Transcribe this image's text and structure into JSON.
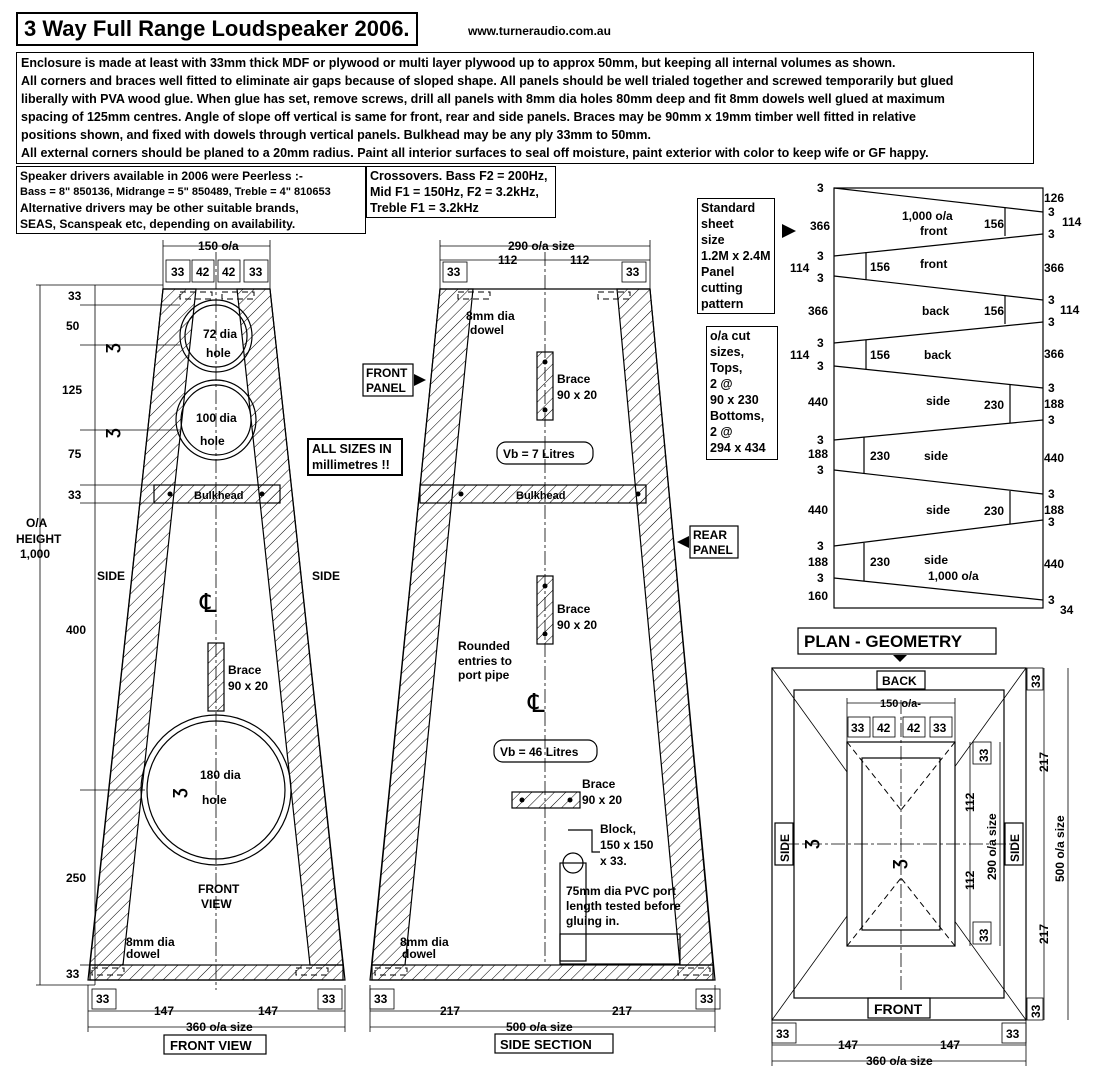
{
  "title": "3 Way Full Range Loudspeaker 2006.",
  "url": "www.turneraudio.com.au",
  "notes": [
    "Enclosure is made at least with 33mm thick MDF or plywood or multi layer plywood up to approx 50mm,  but  keeping all internal volumes as shown.",
    "All corners and braces well fitted to eliminate air gaps because of sloped shape. All panels should be well trialed  together and screwed temporarily but glued",
    "liberally with PVA wood glue. When glue has set, remove screws, drill all panels with 8mm dia holes 80mm deep and fit 8mm dowels  well  glued at maximum",
    "spacing of 125mm centres.  Angle of slope off vertical is same for front, rear and side panels.  Braces may be 90mm x 19mm timber well fitted in relative",
    "positions shown, and fixed with dowels through vertical  panels. Bulkhead may be any ply 33mm to 50mm.",
    "All external corners should be planed to a  20mm  radius. Paint all interior surfaces to seal off moisture, paint exterior with color  to keep wife or GF happy."
  ],
  "drivers_box": [
    "Speaker drivers available in 2006 were Peerless :-",
    "Bass = 8\" 850136, Midrange = 5\" 850489, Treble = 4\" 810653",
    "Alternative drivers may be other suitable brands,",
    "SEAS, Scanspeak etc, depending on availability."
  ],
  "crossover_box": [
    "Crossovers. Bass F2 = 200Hz,",
    "Mid F1 = 150Hz, F2 = 3.2kHz,",
    "Treble F1 = 3.2kHz"
  ],
  "sheet_box": [
    "Standard",
    "sheet",
    "size",
    "1.2M x 2.4M",
    "Panel",
    "cutting",
    "pattern"
  ],
  "cut_box": [
    "o/a cut",
    "sizes,",
    "Tops,",
    "2 @",
    " 90 x 230",
    "Bottoms,",
    "2 @",
    "294 x 434"
  ],
  "all_sizes": [
    "ALL SIZES IN",
    "millimetres !!"
  ],
  "front_view": {
    "caption": "FRONT VIEW",
    "top_dim": "150 o/a",
    "top_parts": [
      "33",
      "42",
      "42",
      "33"
    ],
    "left_dims": [
      "33",
      "50",
      "125",
      "75",
      "33",
      "400",
      "250",
      "33"
    ],
    "height_label": [
      "O/A",
      "HEIGHT",
      "1,000"
    ],
    "hole1": [
      "72 dia",
      "hole"
    ],
    "hole2": [
      "100 dia",
      "hole"
    ],
    "hole3": [
      "180 dia",
      "hole"
    ],
    "bulkhead": "Bulkhead",
    "side": "SIDE",
    "brace": [
      "Brace",
      "90 x 20"
    ],
    "view_label": [
      "FRONT",
      "VIEW"
    ],
    "dowel": [
      "8mm dia",
      "dowel"
    ],
    "bottom_parts": [
      "33",
      "147",
      "147",
      "33"
    ],
    "bottom_dim": "360 o/a size",
    "driver_symbol": "Ʒ"
  },
  "side_section": {
    "caption": "SIDE SECTION",
    "top_dim": "290 o/a size",
    "top_parts": [
      "33",
      "112",
      "112",
      "33"
    ],
    "dowel_top": [
      "8mm dia",
      "dowel"
    ],
    "front_panel": [
      "FRONT",
      "PANEL"
    ],
    "rear_panel": [
      "REAR",
      "PANEL"
    ],
    "brace": [
      "Brace",
      "90 x 20"
    ],
    "vb1": "Vb = 7 Litres",
    "vb2": "Vb = 46 Litres",
    "bulkhead": "Bulkhead",
    "rounded": [
      "Rounded",
      "entries to",
      "port pipe"
    ],
    "block": [
      "Block,",
      "150 x 150",
      "x 33."
    ],
    "port": [
      "75mm dia PVC port",
      "length tested before",
      "gluing in."
    ],
    "dowel_bottom": [
      "8mm dia",
      "dowel"
    ],
    "bottom_parts": [
      "33",
      "217",
      "217",
      "33"
    ],
    "bottom_dim": "500 o/a size"
  },
  "cutting": {
    "rows": [
      {
        "left": "3",
        "right": "126"
      },
      {
        "left": "",
        "right": "3"
      },
      {
        "left": "366",
        "right": "114"
      },
      {
        "left": "3",
        "right": "3"
      },
      {
        "left": "114",
        "right": "366"
      },
      {
        "left": "3",
        "right": ""
      },
      {
        "left": "366",
        "right": "3"
      },
      {
        "left": "",
        "right": "114"
      },
      {
        "left": "3",
        "right": "3"
      },
      {
        "left": "114",
        "right": "366"
      },
      {
        "left": "3",
        "right": ""
      },
      {
        "left": "",
        "right": "3"
      },
      {
        "left": "440",
        "right": "188"
      },
      {
        "left": "3",
        "right": "3"
      },
      {
        "left": "188",
        "right": "440"
      },
      {
        "left": "3",
        "right": ""
      },
      {
        "left": "",
        "right": "3"
      },
      {
        "left": "440",
        "right": "188"
      },
      {
        "left": "3",
        "right": "3"
      },
      {
        "left": "188",
        "right": "440"
      },
      {
        "left": "3",
        "right": ""
      },
      {
        "left": "160",
        "right": "3"
      },
      {
        "left": "",
        "right": "34"
      }
    ],
    "labels": [
      [
        "1,000 o/a",
        "front"
      ],
      [
        "156"
      ],
      [
        "156"
      ],
      [
        "front"
      ],
      [
        "back"
      ],
      [
        "156"
      ],
      [
        "156"
      ],
      [
        "back"
      ],
      [
        "side"
      ],
      [
        "230"
      ],
      [
        "230"
      ],
      [
        "side"
      ],
      [
        "side"
      ],
      [
        "230"
      ],
      [
        "230"
      ],
      [
        "side"
      ],
      [
        "1,000 o/a"
      ]
    ]
  },
  "plan": {
    "title": "PLAN - GEOMETRY",
    "back": "BACK",
    "front": "FRONT",
    "side": "SIDE",
    "top_dim": "150 o/a-",
    "top_parts": [
      "33",
      "42",
      "42",
      "33"
    ],
    "right_parts": [
      "33",
      "112",
      "112",
      "33"
    ],
    "inner_dim": "290 o/a size",
    "outer_parts": [
      "33",
      "217",
      "217",
      "33"
    ],
    "outer_dim": "500 o/a size",
    "bottom_parts": [
      "33",
      "147",
      "147",
      "33"
    ],
    "bottom_dim": "360 o/a size",
    "symbol": "Ʒ"
  }
}
